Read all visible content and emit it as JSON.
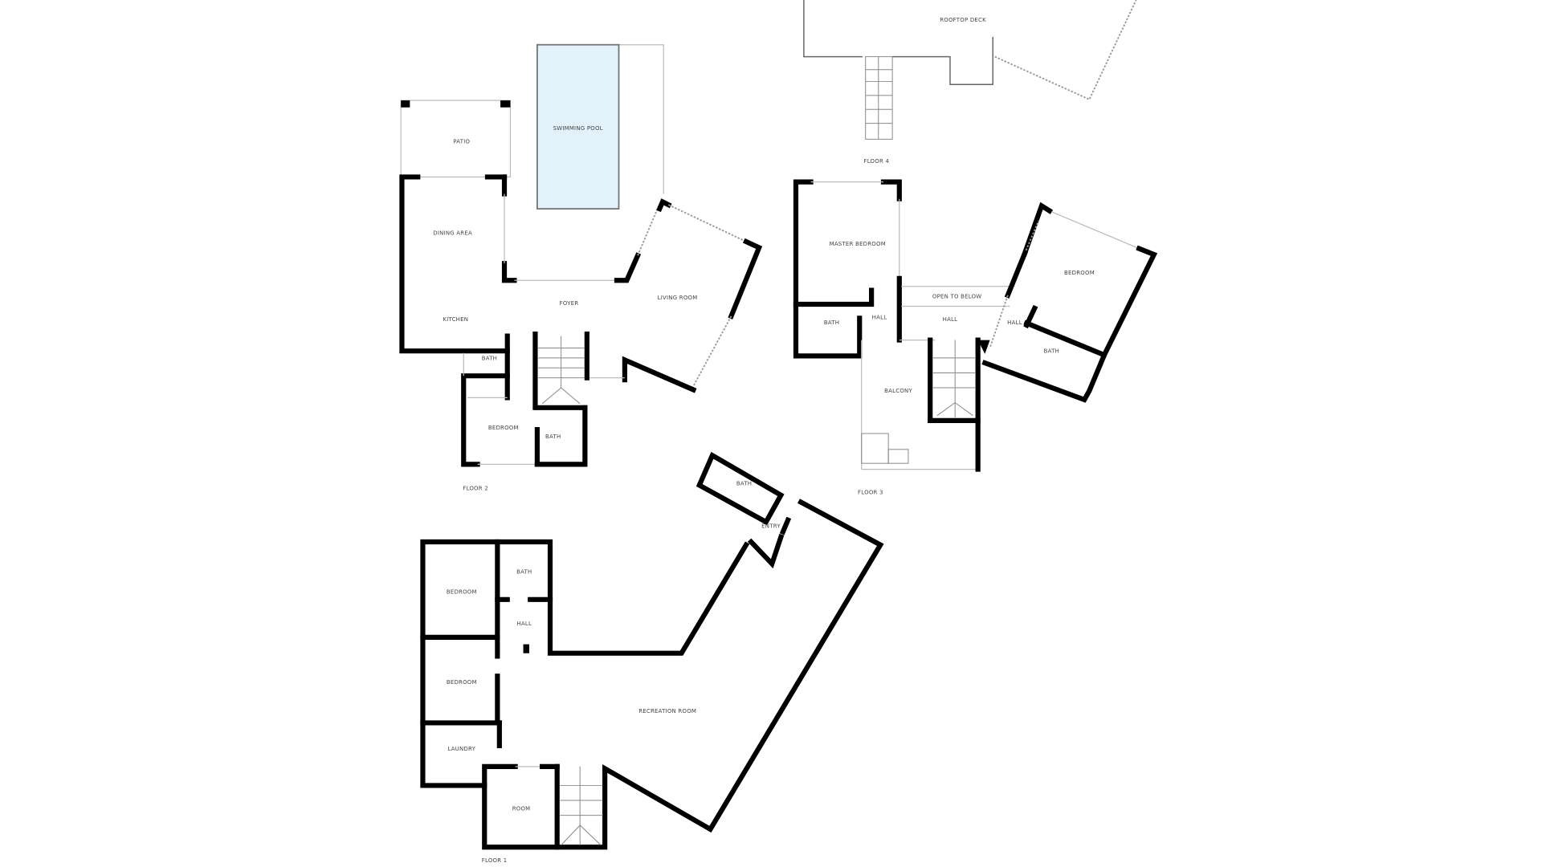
{
  "colors": {
    "wall": "#000000",
    "pool": "#e3f1fb",
    "background": "#ffffff"
  },
  "floor4": {
    "title": "FLOOR 4",
    "rooms": [
      "ROOFTOP DECK"
    ]
  },
  "floor2": {
    "title": "FLOOR 2",
    "rooms": [
      "PATIO",
      "SWIMMING POOL",
      "DINING AREA",
      "KITCHEN",
      "FOYER",
      "LIVING ROOM",
      "BATH",
      "BEDROOM",
      "BATH"
    ]
  },
  "floor3": {
    "title": "FLOOR 3",
    "rooms": [
      "MASTER BEDROOM",
      "BATH",
      "HALL",
      "OPEN TO BELOW",
      "HALL",
      "HALL",
      "BEDROOM",
      "BATH",
      "BALCONY"
    ]
  },
  "floor1": {
    "title": "FLOOR 1",
    "rooms": [
      "BATH",
      "ENTRY",
      "BEDROOM",
      "BATH",
      "HALL",
      "BEDROOM",
      "LAUNDRY",
      "RECREATION ROOM",
      "ROOM"
    ]
  }
}
